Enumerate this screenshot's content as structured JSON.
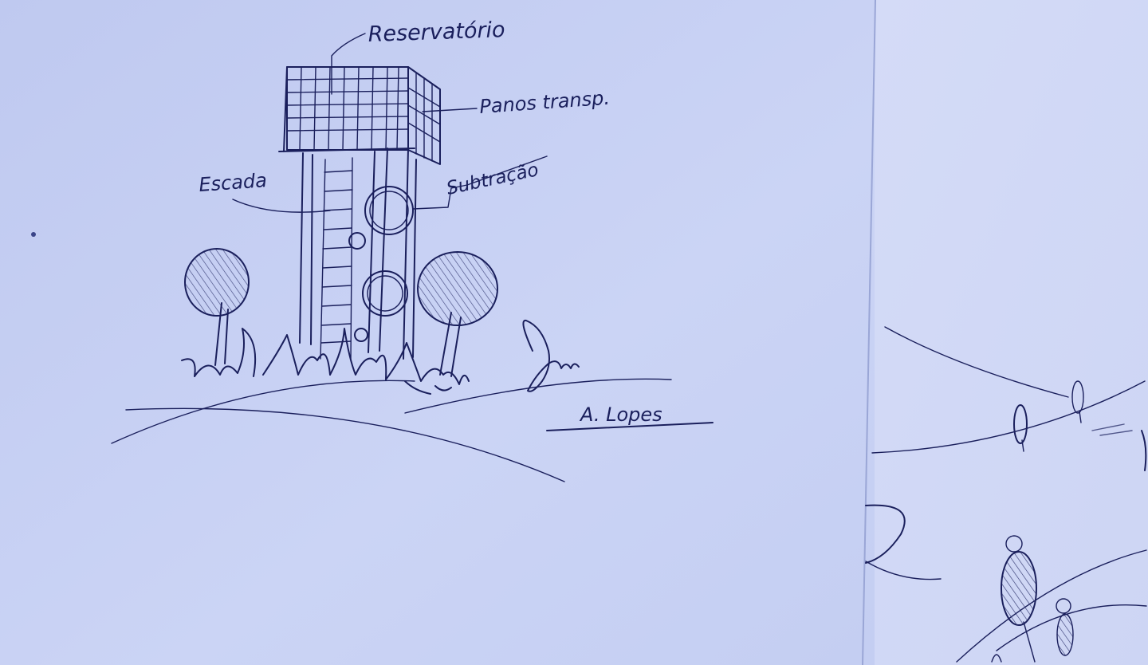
{
  "sketch": {
    "labels": {
      "reservoir": "Reservatório",
      "panels": "Panos transp.",
      "stairs": "Escada",
      "subtraction": "Subtração",
      "author": "A. Lopes"
    },
    "colors": {
      "paper_left": "#c6d0f3",
      "paper_right": "#d3dbf7",
      "ink": "#1a1f5c"
    }
  }
}
